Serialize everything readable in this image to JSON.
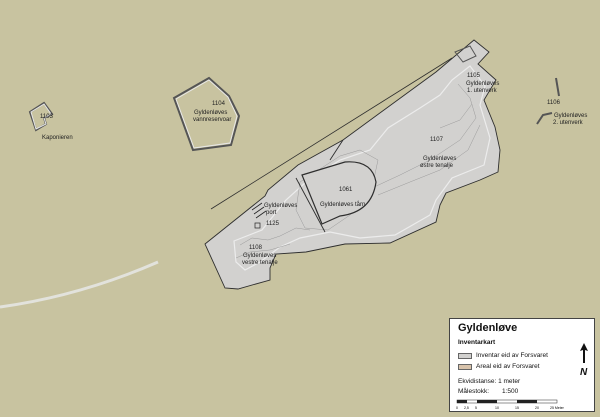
{
  "map": {
    "colors": {
      "background": "#c8c3a0",
      "inventory": "#d2d1cf",
      "area": "#d8c3ab",
      "line": "#2e2e2e"
    },
    "labels": {
      "kaponieren_id": "1103",
      "kaponieren_name": "Kaponieren",
      "vannreservoar_id": "1104",
      "vannreservoar_name1": "Gyldenløves",
      "vannreservoar_name2": "vannreservoar",
      "utenverk1_id": "1105",
      "utenverk1_name1": "Gyldenløves",
      "utenverk1_name2": "1. utenverk",
      "utenverk2_id": "1106",
      "utenverk2_name1": "Gyldenløves",
      "utenverk2_name2": "2. utenverk",
      "ostre_id": "1107",
      "ostre_name1": "Gyldenløves",
      "ostre_name2": "østre tenalje",
      "taarn_id": "1061",
      "taarn_name": "Gyldenløves tårn",
      "port_name1": "Gyldenløves",
      "port_name2": "port",
      "port_id": "1125",
      "vestre_id": "1108",
      "vestre_name1": "Gyldenløves",
      "vestre_name2": "vestre tenalje"
    }
  },
  "legend": {
    "title": "Gyldenløve",
    "subtitle": "Inventarkart",
    "items": [
      {
        "label": "Inventar eid av Forsvaret",
        "color": "#d2d1cf"
      },
      {
        "label": "Areal eid av Forsvaret",
        "color": "#d8c3ab"
      }
    ],
    "equidistance": "Ekvidistanse: 1 meter",
    "scale_label": "Målestokk:",
    "scale_value": "1:500",
    "scalebar_ticks": [
      "0",
      "2,5",
      "5",
      "10",
      "15",
      "20",
      "25 Meter"
    ],
    "north_letter": "N"
  }
}
